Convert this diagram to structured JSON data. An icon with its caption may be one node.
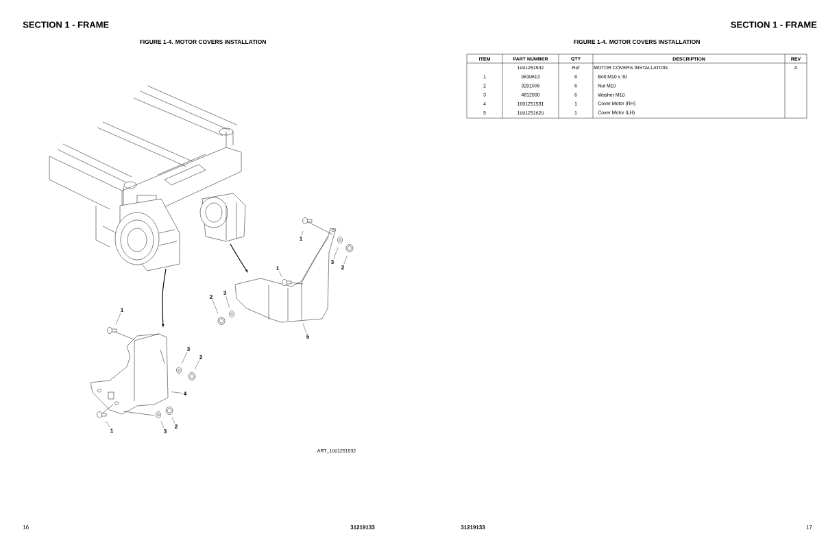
{
  "diagram": {
    "nodes": [
      {
        "text": [
          "1"
        ]
      },
      {
        "text": [
          "3"
        ]
      },
      {
        "text": [
          "2"
        ]
      },
      {
        "text": [
          "1"
        ]
      },
      {
        "text": [
          "3"
        ]
      },
      {
        "text": [
          "2"
        ]
      },
      {
        "text": [
          "1"
        ]
      },
      {
        "text": [
          "5"
        ]
      },
      {
        "text": [
          "3"
        ]
      },
      {
        "text": [
          "2"
        ]
      },
      {
        "text": [
          "4"
        ]
      },
      {
        "text": [
          "2"
        ]
      },
      {
        "text": [
          "1"
        ]
      },
      {
        "text": [
          "3"
        ]
      }
    ],
    "edges": [
      {
        "from": 0,
        "to": null,
        "arrow": "none"
      },
      {
        "from": 1,
        "to": null,
        "arrow": "none"
      },
      {
        "from": 2,
        "to": null,
        "arrow": "none"
      },
      {
        "from": 3,
        "to": null,
        "arrow": "none"
      },
      {
        "from": 4,
        "to": null,
        "arrow": "none"
      },
      {
        "from": 5,
        "to": null,
        "arrow": "none"
      },
      {
        "from": 6,
        "to": null,
        "arrow": "none"
      },
      {
        "from": 7,
        "to": null,
        "arrow": "none"
      },
      {
        "from": 8,
        "to": null,
        "arrow": "none"
      },
      {
        "from": 9,
        "to": null,
        "arrow": "none"
      },
      {
        "from": 10,
        "to": null,
        "arrow": "none"
      },
      {
        "from": 11,
        "to": null,
        "arrow": "none"
      },
      {
        "from": 12,
        "to": null,
        "arrow": "none"
      },
      {
        "from": 13,
        "to": null,
        "arrow": "none"
      }
    ],
    "labels": [
      "SECTION 1 - FRAME",
      "SECTION 1 - FRAME",
      "FIGURE 1-4. MOTOR COVERS INSTALLATION",
      "FIGURE 1-4. MOTOR COVERS INSTALLATION",
      "ITEM",
      "PART NUMBER",
      "QTY",
      "DESCRIPTION",
      "REV",
      "1001251532",
      "Ref",
      "MOTOR COVERS INSTALLATION",
      "A",
      "1",
      "0630613",
      "6",
      "Bolt M10 x 30",
      "2",
      "3291006",
      "6",
      "Nut M10",
      "3",
      "4812000",
      "6",
      "Washer M10",
      "4",
      "1001251531",
      "1",
      "Cover Motor (RH)",
      "5",
      "1001251620",
      "1",
      "Cover Motor (LH)",
      "ART_1001251532",
      "16",
      "31219133",
      "31219133",
      "17"
    ]
  }
}
